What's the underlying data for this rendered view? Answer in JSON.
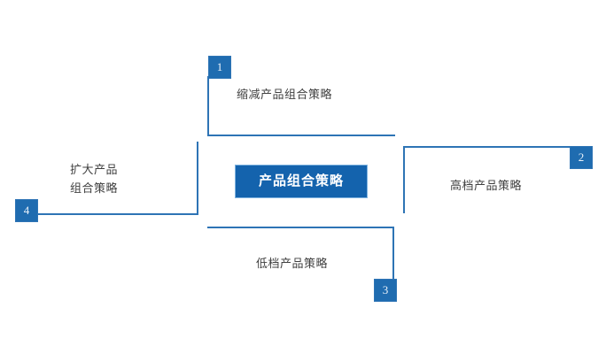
{
  "diagram": {
    "type": "radial-elbow-diagram",
    "center": {
      "label": "产品组合策略",
      "color": "#1463ad"
    },
    "line_color": "#2e74b5",
    "badge_color": "#1f6cb0",
    "text_color": "#404040",
    "branches": [
      {
        "number": "1",
        "label": "缩减产品组合策略",
        "position": "top"
      },
      {
        "number": "2",
        "label": "高档产品策略",
        "position": "right"
      },
      {
        "number": "3",
        "label": "低档产品策略",
        "position": "bottom"
      },
      {
        "number": "4",
        "label": "扩大产品\n组合策略",
        "position": "left"
      }
    ]
  }
}
